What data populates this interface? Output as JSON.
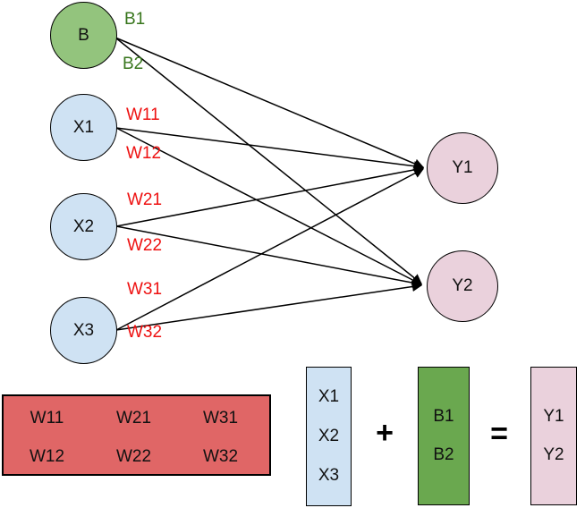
{
  "network": {
    "bias_node": {
      "label": "B",
      "fill": "#93c47d"
    },
    "input_nodes": {
      "x1": {
        "label": "X1",
        "fill": "#cfe2f3"
      },
      "x2": {
        "label": "X2",
        "fill": "#cfe2f3"
      },
      "x3": {
        "label": "X3",
        "fill": "#cfe2f3"
      }
    },
    "output_nodes": {
      "y1": {
        "label": "Y1",
        "fill": "#ead1dc"
      },
      "y2": {
        "label": "Y2",
        "fill": "#ead1dc"
      }
    },
    "bias_edge_labels": {
      "b1": "B1",
      "b2": "B2"
    },
    "weight_edge_labels": {
      "w11": "W11",
      "w12": "W12",
      "w21": "W21",
      "w22": "W22",
      "w31": "W31",
      "w32": "W32"
    },
    "edges": [
      {
        "from": "B",
        "to": "Y1",
        "label": "B1"
      },
      {
        "from": "B",
        "to": "Y2",
        "label": "B2"
      },
      {
        "from": "X1",
        "to": "Y1",
        "label": "W11"
      },
      {
        "from": "X1",
        "to": "Y2",
        "label": "W12"
      },
      {
        "from": "X2",
        "to": "Y1",
        "label": "W21"
      },
      {
        "from": "X2",
        "to": "Y2",
        "label": "W22"
      },
      {
        "from": "X3",
        "to": "Y1",
        "label": "W31"
      },
      {
        "from": "X3",
        "to": "Y2",
        "label": "W32"
      }
    ]
  },
  "equation": {
    "weight_matrix": {
      "row1": [
        "W11",
        "W21",
        "W31"
      ],
      "row2": [
        "W12",
        "W22",
        "W32"
      ],
      "fill": "#e06666"
    },
    "input_vector": [
      "X1",
      "X2",
      "X3"
    ],
    "operator_plus": "+",
    "bias_vector": [
      "B1",
      "B2"
    ],
    "operator_equals": "=",
    "output_vector": [
      "Y1",
      "Y2"
    ]
  },
  "colors": {
    "bias_node_fill": "#93c47d",
    "input_fill": "#cfe2f3",
    "output_fill": "#ead1dc",
    "weight_matrix_fill": "#e06666",
    "bias_vector_fill": "#6aa84f",
    "bias_label_text": "#38761d",
    "weight_label_text": "#ee1111",
    "line_stroke": "#000000"
  }
}
